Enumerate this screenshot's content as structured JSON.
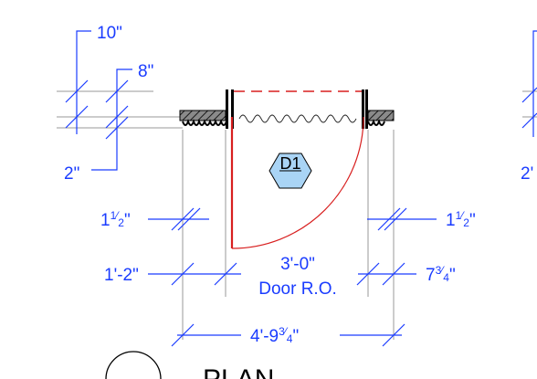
{
  "colors": {
    "dimension": "#1a3cff",
    "extension": "#9a9a9a",
    "door_swing": "#d81f1f",
    "tag_fill": "#a9d4f5",
    "wall": "#000000"
  },
  "icons": {
    "door_tag": "hexagon-icon",
    "view_marker": "section-circle-icon",
    "insulation": "insulation-pattern-icon",
    "wall_hatch": "hatch-pattern-icon"
  },
  "dimensions": {
    "top_left_outer": "10\"",
    "top_left_inner": "8\"",
    "left_bottom": "2\"",
    "casing_left": {
      "whole": "1",
      "num": "1",
      "den": "2",
      "mark": "\""
    },
    "casing_right": {
      "whole": "1",
      "num": "1",
      "den": "2",
      "mark": "\""
    },
    "left_offset": "1'-2\"",
    "opening_width": "3'-0\"",
    "opening_label": "Door R.O.",
    "right_offset": {
      "whole": "7",
      "num": "3",
      "den": "4",
      "mark": "\""
    },
    "overall": {
      "whole": "4'-9",
      "num": "3",
      "den": "4",
      "mark": "\""
    },
    "clipped_right": "2'"
  },
  "door_tag": {
    "label": "D1"
  },
  "view_title": "PLAN"
}
